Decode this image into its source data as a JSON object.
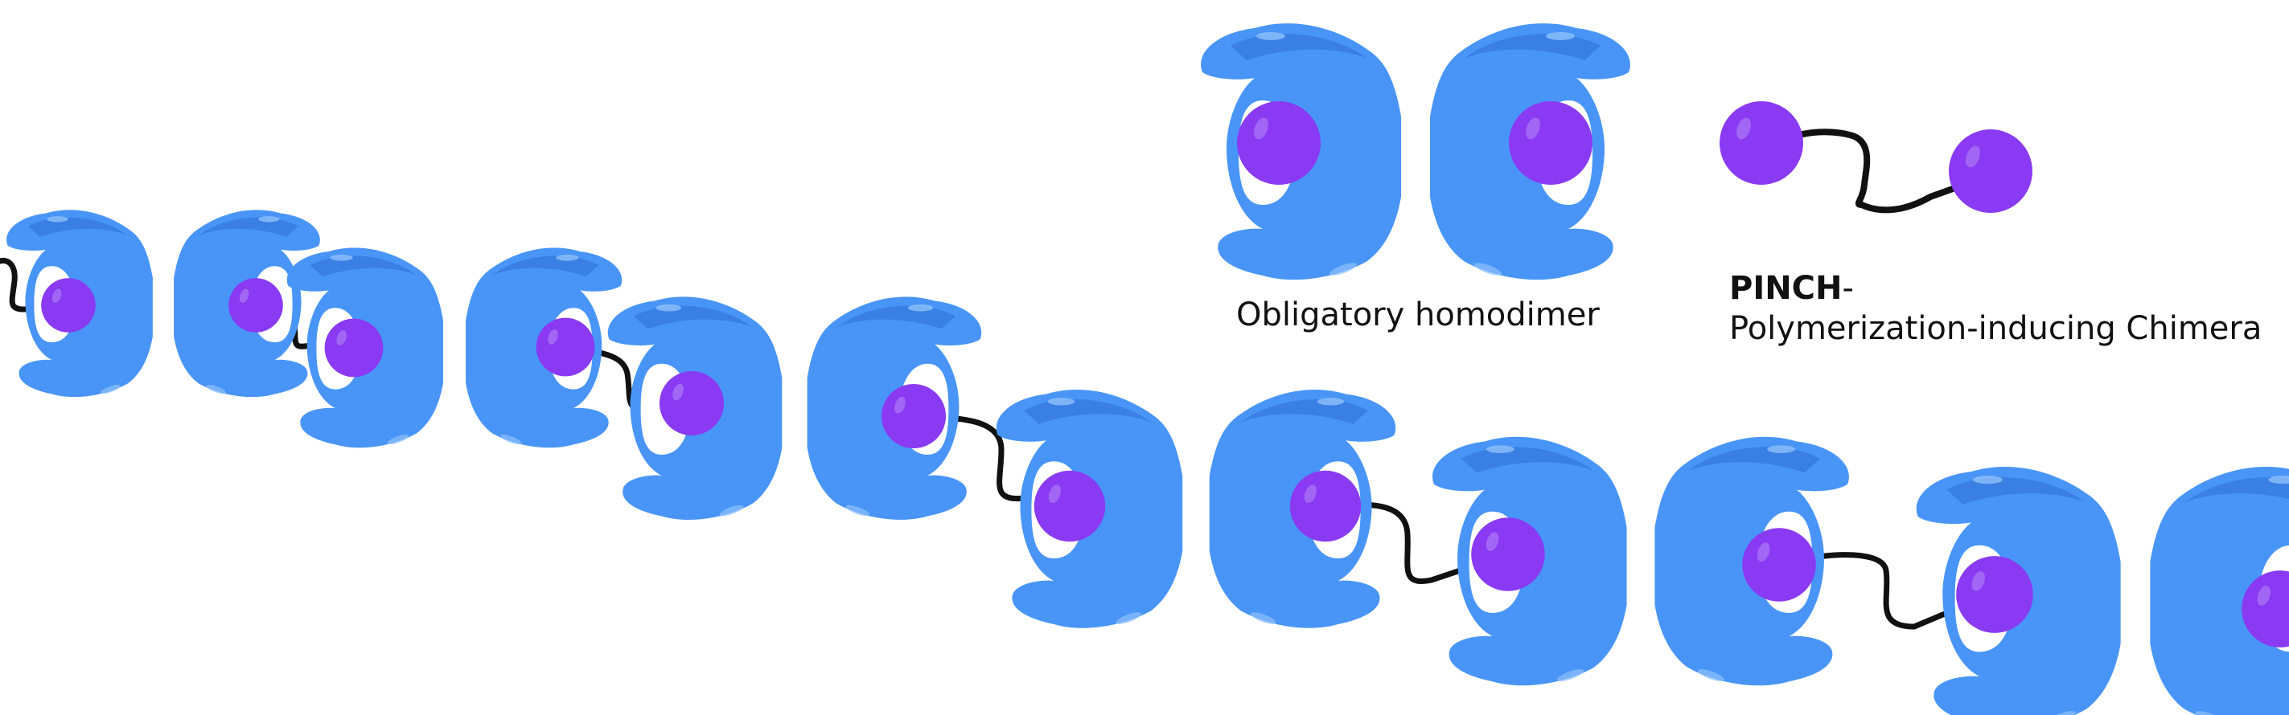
{
  "legend": {
    "dimer_label": "Obligatory homodimer",
    "pinch_label_bold": "PINCH",
    "pinch_label_dash": "-",
    "pinch_label_full": "Polymerization-inducing Chimera"
  },
  "colors": {
    "protein": "#4895f7",
    "protein_dark": "#2e6ed6",
    "ligand": "#8a3af2",
    "ligand_highlight": "#a872f5",
    "linker": "#111111",
    "background": "#ffffff"
  }
}
